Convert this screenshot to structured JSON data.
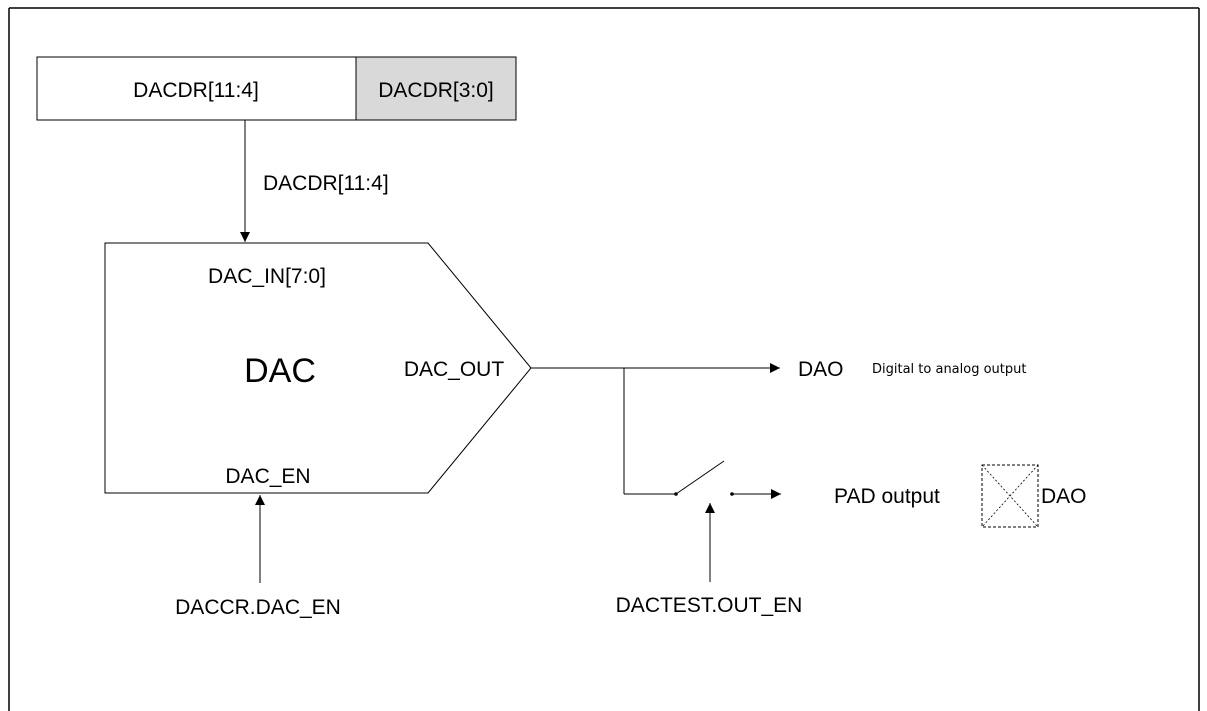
{
  "register": {
    "high_field": "DACDR[11:4]",
    "low_field": "DACDR[3:0]",
    "low_field_fill": "#d9d9d9"
  },
  "bus_label": "DACDR[11:4]",
  "dac_block": {
    "name": "DAC",
    "input_port": "DAC_IN[7:0]",
    "output_port": "DAC_OUT",
    "enable_port": "DAC_EN"
  },
  "enable_signal": "DACCR.DAC_EN",
  "output": {
    "name": "DAO",
    "description": "Digital to analog output"
  },
  "pad": {
    "label": "PAD output",
    "pin": "DAO",
    "switch_control": "DACTEST.OUT_EN"
  },
  "colors": {
    "line": "#000000",
    "frame": "#000000"
  }
}
